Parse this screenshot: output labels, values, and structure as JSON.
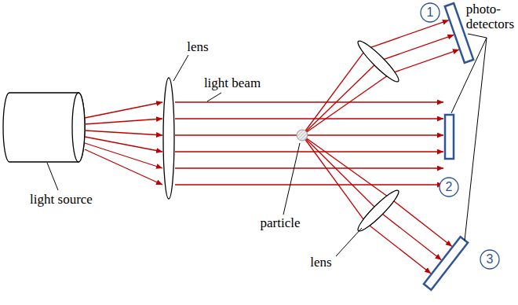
{
  "diagram": {
    "labels": [
      "1",
      "photo- detectors",
      "lens",
      "light beam",
      "2",
      "light source",
      "particle",
      "lens",
      "3"
    ]
  }
}
